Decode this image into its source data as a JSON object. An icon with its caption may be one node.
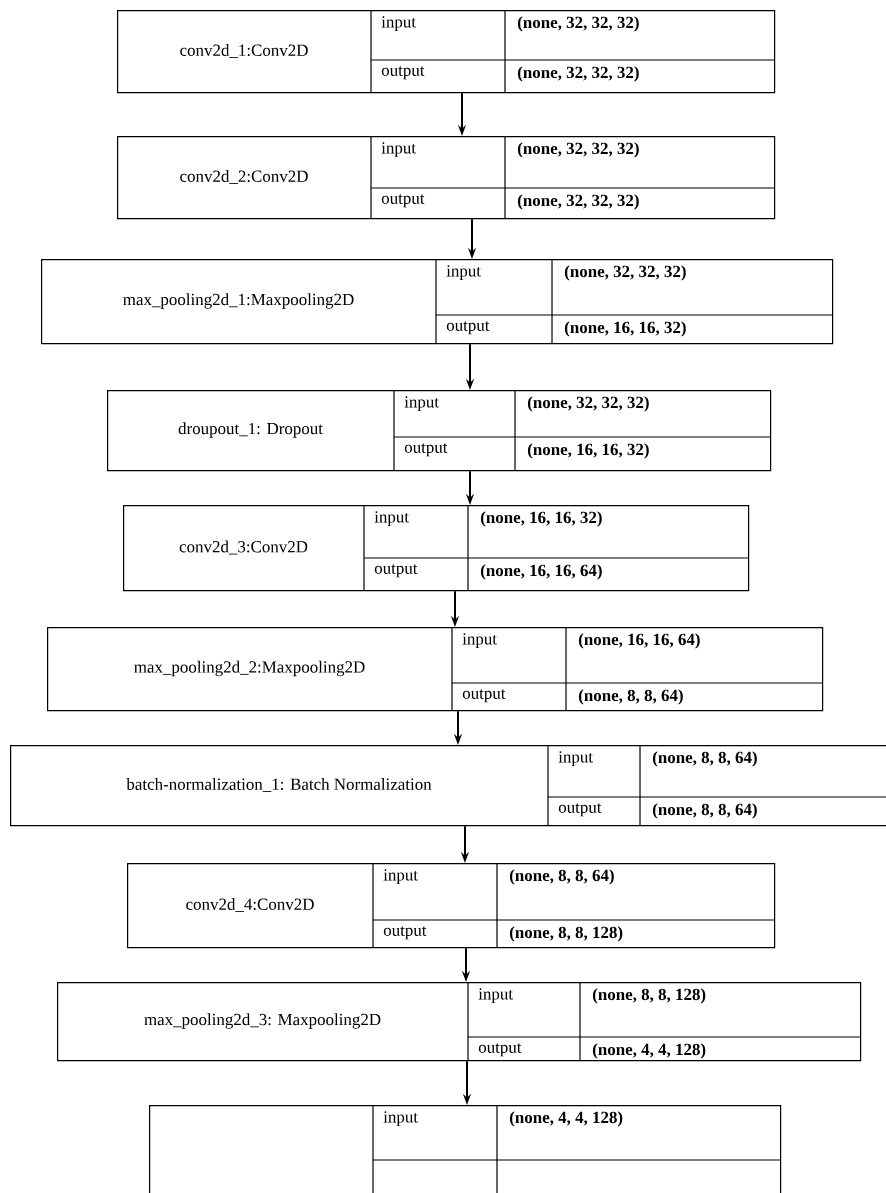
{
  "diagram": {
    "nodes": [
      {
        "text": [
          "conv2d_1:Conv2D",
          "input",
          "**(none, 32, 32, 32)**",
          "output",
          "**(none, 32, 32, 32)**"
        ]
      },
      {
        "text": [
          "conv2d_2:Conv2D",
          "input",
          "**(none, 32, 32, 32)**",
          "output",
          "**(none, 32, 32, 32)**"
        ]
      },
      {
        "text": [
          "max_pooling2d_1:Maxpooling2D",
          "input",
          "**(none, 32, 32, 32)**",
          "output",
          "**(none, 16, 16, 32)**"
        ]
      },
      {
        "text": [
          "droupout_1: Dropout",
          "input",
          "**(none, 32, 32, 32)**",
          "output",
          "**(none, 16, 16, 32)**"
        ]
      },
      {
        "text": [
          "conv2d_3:Conv2D",
          "input",
          "**(none, 16, 16, 32)**",
          "output",
          "**(none, 16, 16, 64)**"
        ]
      },
      {
        "text": [
          "max_pooling2d_2:Maxpooling2D",
          "input",
          "**(none, 16, 16, 64)**",
          "output",
          "**(none, 8, 8, 64)**"
        ]
      },
      {
        "text": [
          "batch-normalization_1: Batch Normalization",
          "input",
          "**(none, 8, 8, 64)**",
          "output",
          "**(none, 8, 8, 64)**"
        ]
      },
      {
        "text": [
          "conv2d_4:Conv2D",
          "input",
          "**(none, 8, 8, 64)**",
          "output",
          "**(none, 8, 8, 128)**"
        ]
      },
      {
        "text": [
          "max_pooling2d_3: Maxpooling2D",
          "input",
          "**(none, 8, 8, 128)**",
          "output",
          "**(none, 4, 4, 128)**"
        ]
      },
      {
        "text": [
          "input",
          "**(none, 4, 4, 128)**"
        ]
      }
    ],
    "edges": [
      {
        "from": 0,
        "to": 1,
        "arrow": "to"
      },
      {
        "from": 1,
        "to": 2,
        "arrow": "to"
      },
      {
        "from": 2,
        "to": 3,
        "arrow": "to"
      },
      {
        "from": 3,
        "to": 4,
        "arrow": "to"
      },
      {
        "from": 4,
        "to": 5,
        "arrow": "to"
      },
      {
        "from": 5,
        "to": 6,
        "arrow": "to"
      },
      {
        "from": 6,
        "to": 7,
        "arrow": "to"
      },
      {
        "from": 7,
        "to": 8,
        "arrow": "to"
      },
      {
        "from": 8,
        "to": 9,
        "arrow": "to"
      }
    ]
  }
}
